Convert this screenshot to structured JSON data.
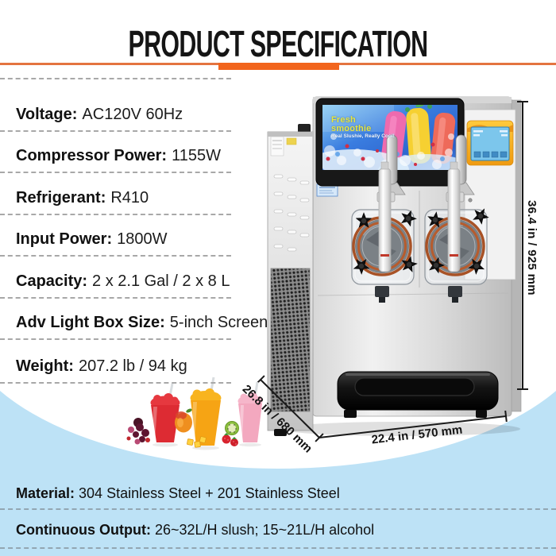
{
  "header": {
    "title": "PRODUCT SPECIFICATION"
  },
  "specs": {
    "items": [
      {
        "label": "Voltage:",
        "value": "AC120V 60Hz"
      },
      {
        "label": "Compressor Power:",
        "value": "1155W"
      },
      {
        "label": "Refrigerant:",
        "value": "R410"
      },
      {
        "label": "Input Power:",
        "value": "1800W"
      },
      {
        "label": "Capacity:",
        "value": "2 x 2.1 Gal / 2 x 8 L"
      },
      {
        "label": "Adv Light Box Size:",
        "value": "5-inch Screen"
      },
      {
        "label": "Weight:",
        "value": "207.2 lb / 94 kg"
      }
    ]
  },
  "footer": {
    "items": [
      {
        "label": "Material:",
        "value": "304 Stainless Steel + 201 Stainless Steel"
      },
      {
        "label": "Continuous Output:",
        "value": "26~32L/H slush; 15~21L/H alcohol"
      }
    ]
  },
  "machine": {
    "ad_screen": {
      "headline": "Fresh\nsmoothie",
      "tagline": "Real Slushie, Really Cool!"
    },
    "dimensions": {
      "height": "36.4 in / 925 mm",
      "depth": "26.8 in / 680 mm",
      "width": "22.4 in / 570 mm"
    }
  },
  "colors": {
    "accent_orange_thin": "#e47440",
    "accent_orange_thick": "#f2651d",
    "footer_blue": "#bde2f6",
    "title_black": "#151515",
    "dash_gray": "#a8a8a8",
    "ad_headline_yellow": "#e9e73c",
    "control_panel_orange": "#f6a426",
    "lcd_blue": "#7cc6ec"
  }
}
